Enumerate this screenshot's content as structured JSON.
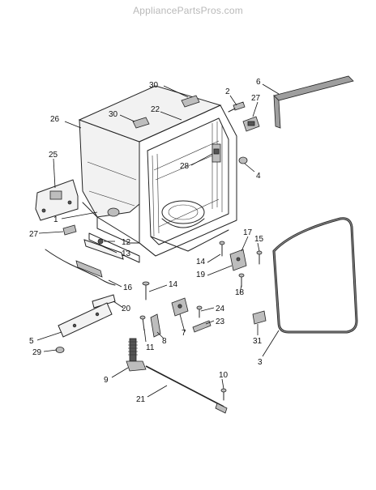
{
  "watermark": "AppliancePartsPros.com",
  "callouts": {
    "c30a": "30",
    "c2": "2",
    "c6": "6",
    "c27a": "27",
    "c26": "26",
    "c30b": "30",
    "c22": "22",
    "c28": "28",
    "c4": "4",
    "c25": "25",
    "c1": "1",
    "c27b": "27",
    "c12": "12",
    "c13": "13",
    "c17": "17",
    "c15": "15",
    "c14a": "14",
    "c19": "19",
    "c18": "18",
    "c16": "16",
    "c14b": "14",
    "c20": "20",
    "c24": "24",
    "c23": "23",
    "c7": "7",
    "c11": "11",
    "c8": "8",
    "c5": "5",
    "c29": "29",
    "c31": "31",
    "c3": "3",
    "c9": "9",
    "c10": "10",
    "c21": "21"
  }
}
